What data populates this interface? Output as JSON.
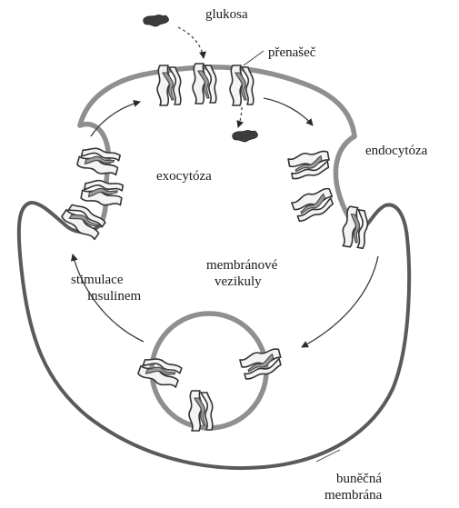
{
  "labels": {
    "glucose": "glukosa",
    "transporter": "přenašeč",
    "endocytosis": "endocytóza",
    "exocytosis": "exocytóza",
    "vesicles_line1": "membránové",
    "vesicles_line2": "vezikuly",
    "insulin_line1": "stimulace",
    "insulin_line2": "insulinem",
    "membrane_line1": "buněčná",
    "membrane_line2": "membrána"
  }
}
